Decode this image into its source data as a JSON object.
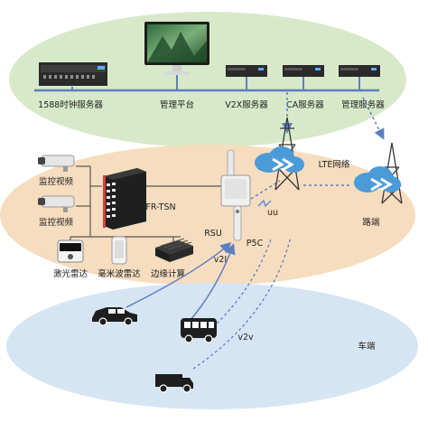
{
  "servers": {
    "clock": "1588时钟服务器",
    "platform": "管理平台",
    "v2x": "V2X服务器",
    "ca": "CA服务器",
    "mgmt": "管理服务器"
  },
  "roadside": {
    "camera1": "监控视频",
    "camera2": "监控视频",
    "lidar": "激光雷达",
    "mmwave": "毫米波雷达",
    "edge": "边缘计算",
    "switch": "FR-TSN",
    "rsu": "RSU",
    "uu": "uu",
    "p5c": "P5C",
    "v2i": "v2I",
    "lte": "LTE网络",
    "zone": "路端"
  },
  "vehicle": {
    "v2v": "v2v",
    "zone": "车端"
  },
  "colors": {
    "top_zone": "#d8e9c9",
    "mid_zone": "#f6ddbf",
    "bottom_zone": "#d6e5f4",
    "bus": "#5b7fbf",
    "cloud": "#4a9bd8"
  }
}
